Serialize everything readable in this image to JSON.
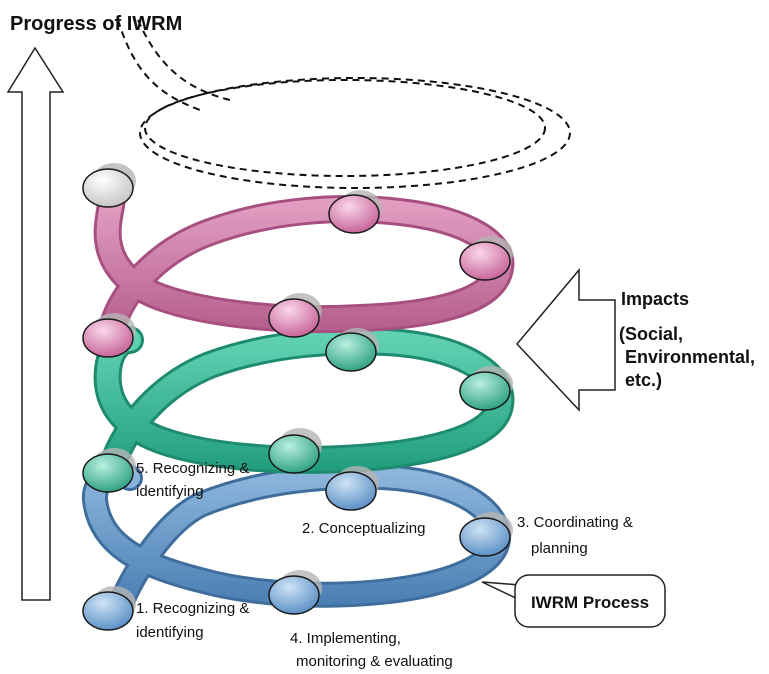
{
  "title": "Progress of IWRM",
  "impacts": {
    "line1": "Impacts",
    "line2": "(Social,",
    "line3": "Environmental,",
    "line4": "etc.)"
  },
  "process_box": "IWRM Process",
  "steps": {
    "s1": [
      "1. Recognizing &",
      "identifying"
    ],
    "s2": [
      "2. Conceptualizing"
    ],
    "s3": [
      "3. Coordinating &",
      "planning"
    ],
    "s4": [
      "4. Implementing,",
      "monitoring & evaluating"
    ],
    "s5": [
      "5. Recognizing &",
      "identifying"
    ]
  },
  "colors": {
    "blue": "#5f93c4",
    "green": "#2fb594",
    "pink": "#c9729f",
    "gray_node": "#e0e0e0",
    "text": "#111111"
  }
}
